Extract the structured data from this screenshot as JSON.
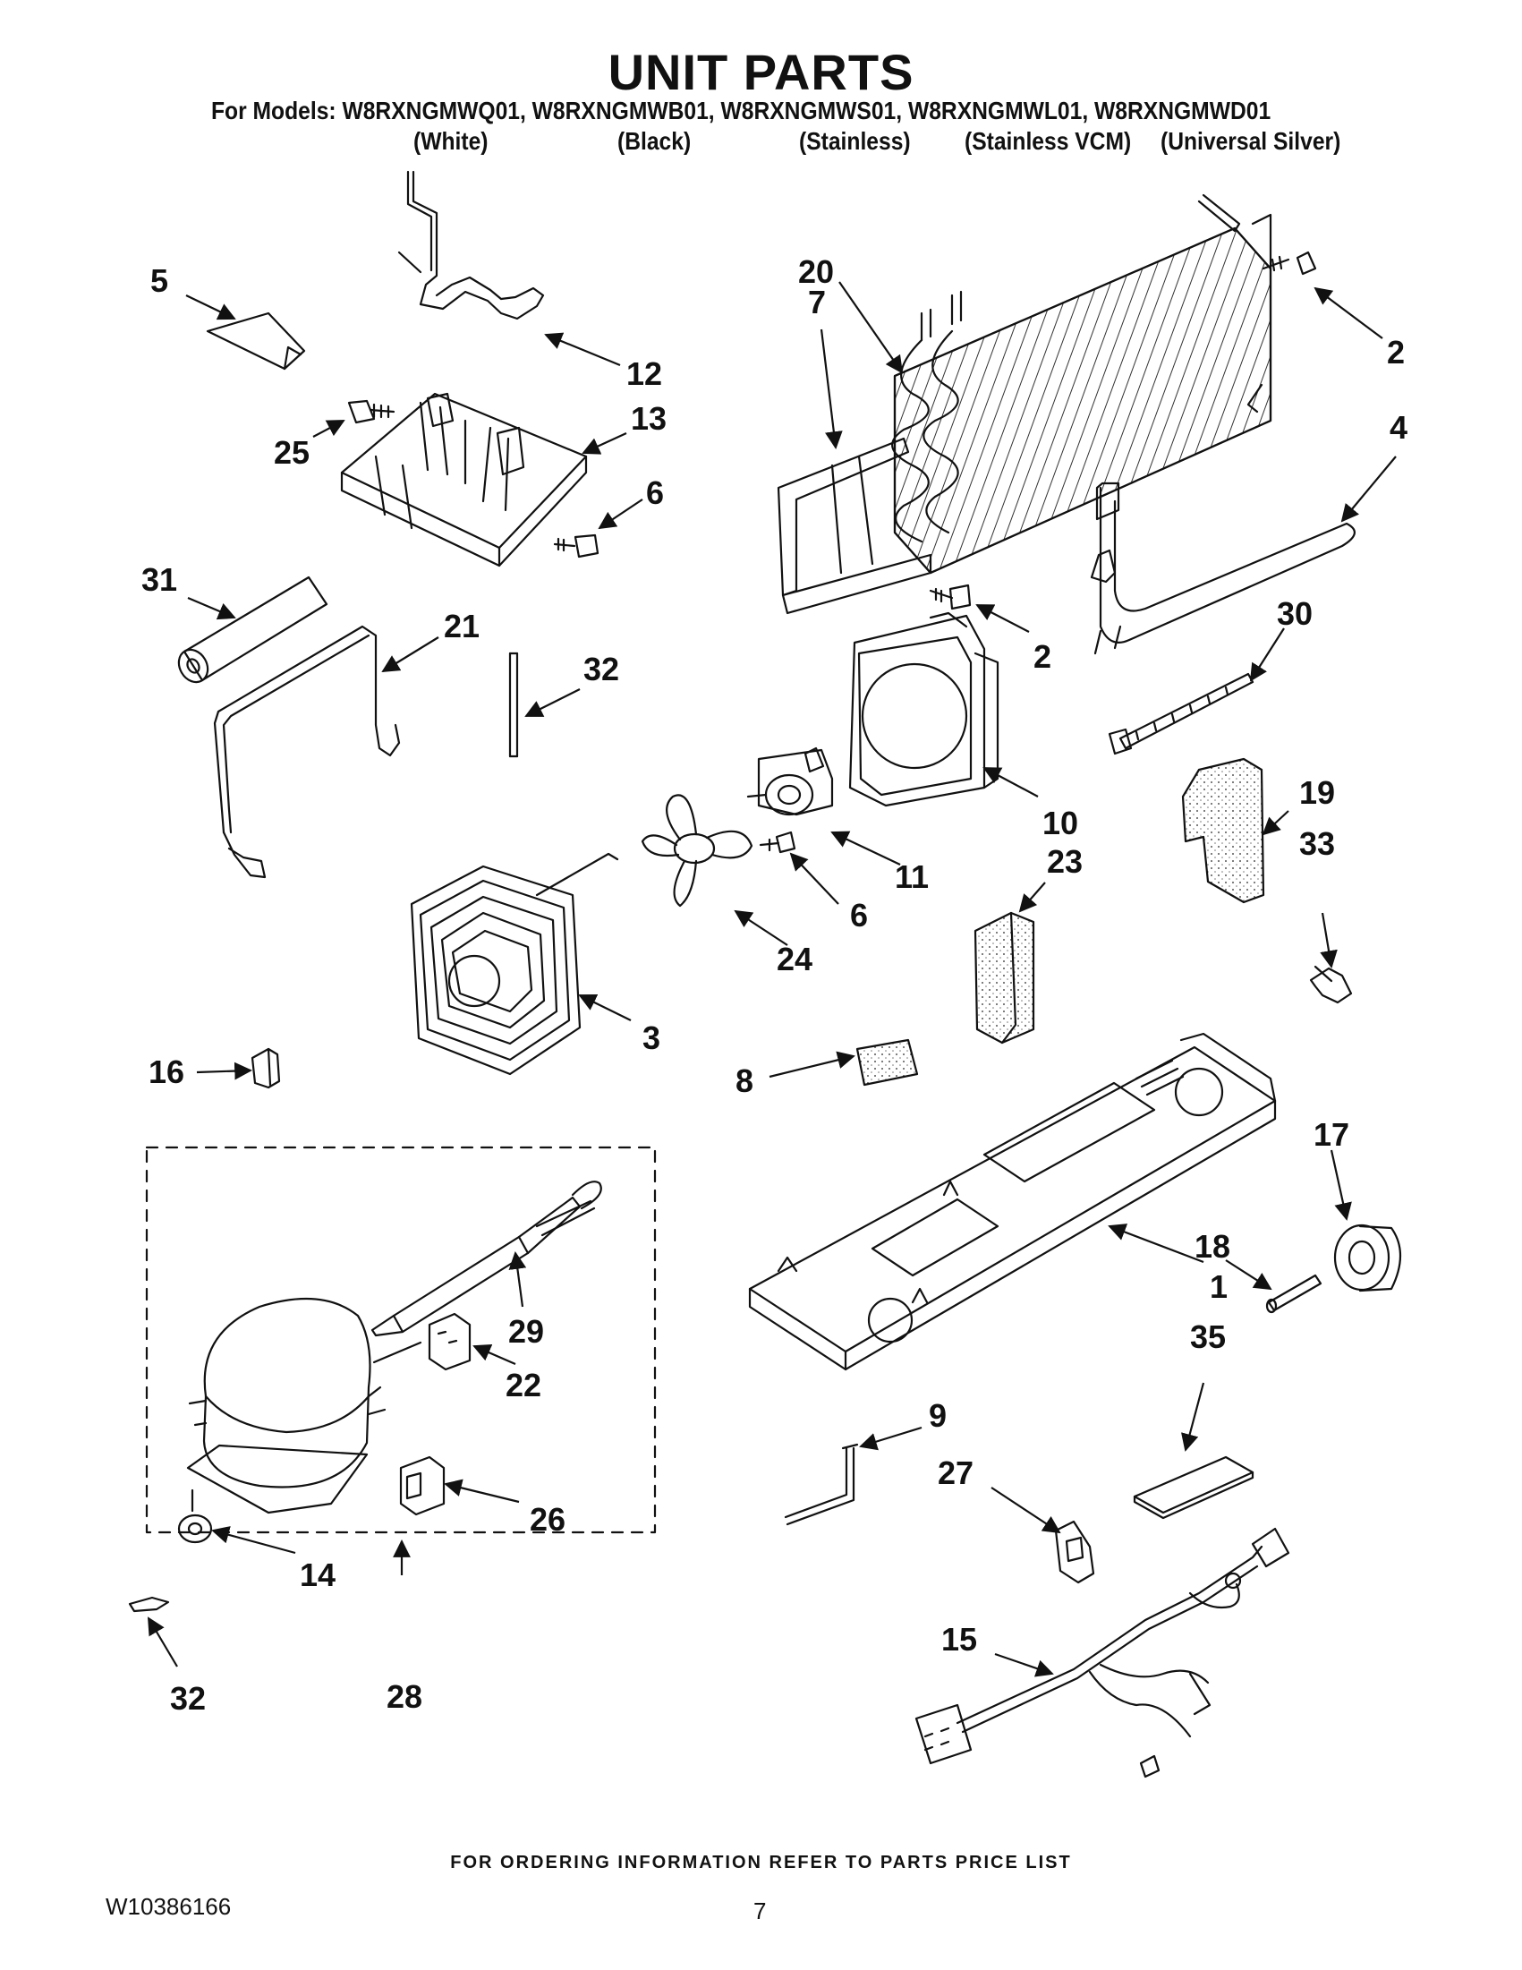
{
  "header": {
    "title": "UNIT PARTS",
    "models_line": "For Models: W8RXNGMWQ01, W8RXNGMWB01, W8RXNGMWS01, W8RXNGMWL01, W8RXNGMWD01",
    "finishes": [
      "(White)",
      "(Black)",
      "(Stainless)",
      "(Stainless VCM)",
      "(Universal Silver)"
    ]
  },
  "callouts": [
    "5",
    "12",
    "25",
    "13",
    "6",
    "31",
    "21",
    "32",
    "20",
    "7",
    "2",
    "4",
    "2",
    "30",
    "10",
    "11",
    "6",
    "24",
    "3",
    "19",
    "33",
    "23",
    "8",
    "16",
    "17",
    "18",
    "1",
    "35",
    "29",
    "22",
    "26",
    "14",
    "28",
    "32",
    "9",
    "27",
    "15"
  ],
  "footer": {
    "ordering_note": "FOR ORDERING INFORMATION REFER TO PARTS PRICE LIST",
    "doc_number": "W10386166",
    "page_number": "7"
  }
}
